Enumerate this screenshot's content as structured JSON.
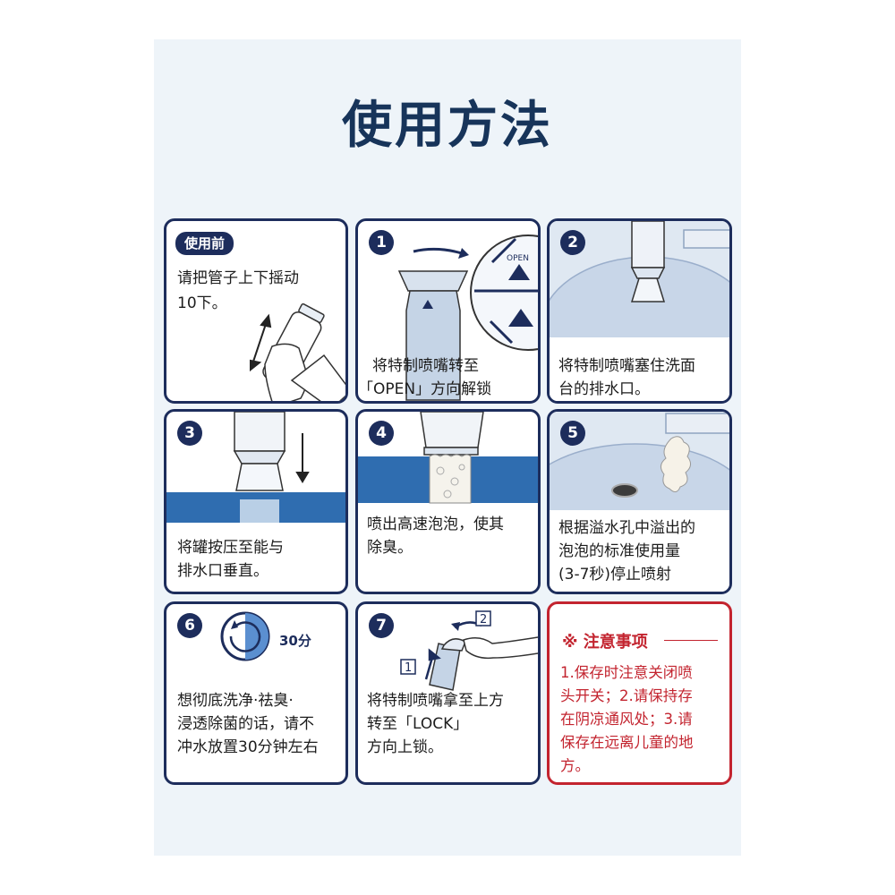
{
  "title": "使用方法",
  "before": {
    "badge": "使用前",
    "text_l1": "请把管子上下摇动",
    "text_l2": "10下。"
  },
  "step1": {
    "num": "1",
    "open_label": "OPEN",
    "text_l1": "将特制喷嘴转至",
    "text_l2": "「OPEN」方向解锁"
  },
  "step2": {
    "num": "2",
    "text_l1": "将特制喷嘴塞住洗面",
    "text_l2": "台的排水口。"
  },
  "step3": {
    "num": "3",
    "text_l1": "将罐按压至能与",
    "text_l2": "排水口垂直。"
  },
  "step4": {
    "num": "4",
    "text_l1": "喷出高速泡泡，使其",
    "text_l2": "除臭。"
  },
  "step5": {
    "num": "5",
    "text_l1": "根据溢水孔中溢出的",
    "text_l2": "泡泡的标准使用量",
    "text_l3": "(3-7秒)停止喷射"
  },
  "step6": {
    "num": "6",
    "timer_label": "30分",
    "text_l1": "想彻底洗净·祛臭·",
    "text_l2": "浸透除菌的话，请不",
    "text_l3": "冲水放置30分钟左右"
  },
  "step7": {
    "num": "7",
    "callout1": "1",
    "callout2": "2",
    "text_l1": "将特制喷嘴拿至上方",
    "text_l2": "转至「LOCK」",
    "text_l3": "方向上锁。"
  },
  "notice": {
    "title": "※ 注意事项",
    "l1": "1.保存时注意关闭喷",
    "l2": "头开关；2.请保持存",
    "l3": "在阴凉通风处；3.请",
    "l4": "保存在远离儿童的地",
    "l5": "方。"
  },
  "colors": {
    "navy": "#1d2d5c",
    "water_blue": "#2f6db0",
    "warning_red": "#c3242f"
  }
}
